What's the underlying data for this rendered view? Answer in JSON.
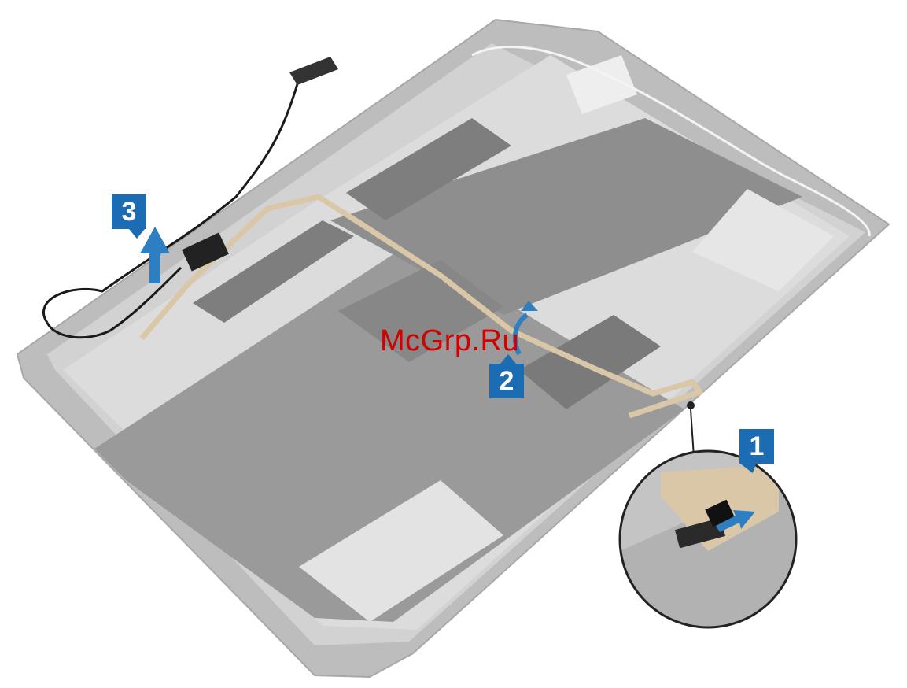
{
  "steps": [
    {
      "number": "1",
      "action": "disconnect-connector"
    },
    {
      "number": "2",
      "action": "peel-cable"
    },
    {
      "number": "3",
      "action": "lift-cable"
    }
  ],
  "watermark": "McGrp.Ru",
  "colors": {
    "callout_blue": "#1b6cb3",
    "arrow_blue": "#2d7fc1",
    "panel_gray": "#c9c9c9",
    "frame_gray": "#b5b5b5",
    "tape_gray": "#8f8f8f",
    "cable_tan": "#d9c7a8",
    "cable_black": "#1a1a1a",
    "watermark_red": "#d40000"
  },
  "icons": [
    "up-arrow-icon",
    "curved-arrow-icon",
    "push-arrow-icon"
  ]
}
